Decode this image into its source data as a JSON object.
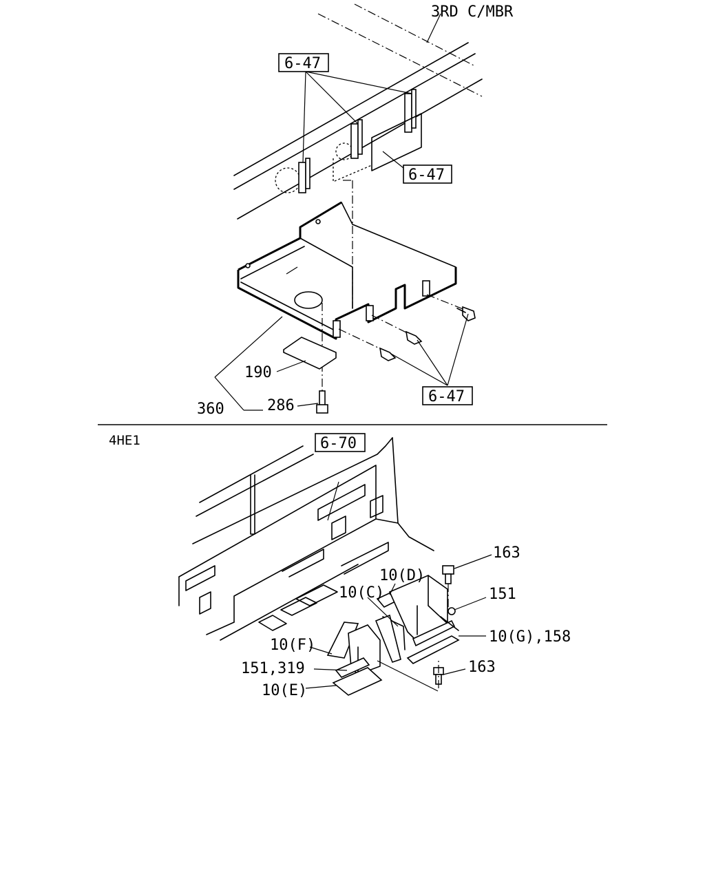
{
  "upper_section": {
    "frame_label": "3RD C/MBR",
    "refs": {
      "ref_top": "6-47",
      "ref_bracket": "6-47",
      "ref_bolts": "6-47"
    },
    "parts": {
      "p190": "190",
      "p360": "360",
      "p286": "286"
    }
  },
  "lower_section": {
    "engine_label": "4HE1",
    "ref_cab": "6-70",
    "parts": {
      "p163_top": "163",
      "p151": "151",
      "p10d": "10(D)",
      "p10c": "10(C)",
      "p10g": "10(G),158",
      "p10f": "10(F)",
      "p151_319": "151,319",
      "p163_bottom": "163",
      "p10e": "10(E)"
    }
  }
}
